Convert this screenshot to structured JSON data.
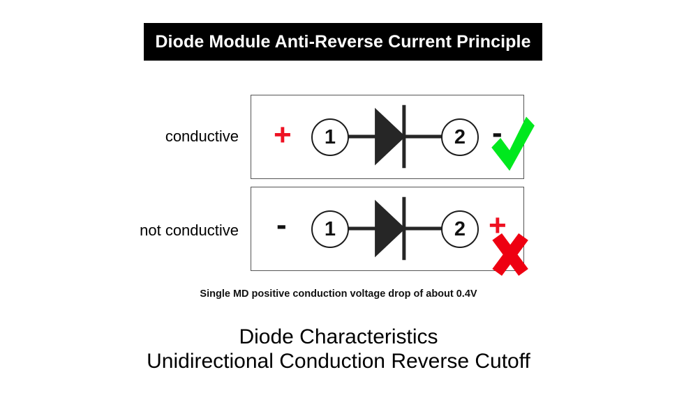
{
  "title": {
    "text": "Diode Module Anti-Reverse Current Principle",
    "background": "#000000",
    "color": "#ffffff"
  },
  "rows": [
    {
      "label": "conductive",
      "left_sign": "+",
      "left_sign_color": "#ee1122",
      "node_left": "1",
      "node_right": "2",
      "right_sign": "-",
      "right_sign_color": "#111111",
      "status_icon": "check-icon",
      "status_color": "#00e81e"
    },
    {
      "label": "not conductive",
      "left_sign": "-",
      "left_sign_color": "#111111",
      "node_left": "1",
      "node_right": "2",
      "right_sign": "+",
      "right_sign_color": "#ee1122",
      "status_icon": "cross-icon",
      "status_color": "#ee0011"
    }
  ],
  "diode": {
    "symbol_name": "diode-symbol",
    "body_color": "#262626",
    "wire_color": "#262626"
  },
  "caption": "Single MD positive conduction voltage drop of about 0.4V",
  "footer": {
    "line1": "Diode Characteristics",
    "line2": "Unidirectional Conduction Reverse Cutoff"
  }
}
